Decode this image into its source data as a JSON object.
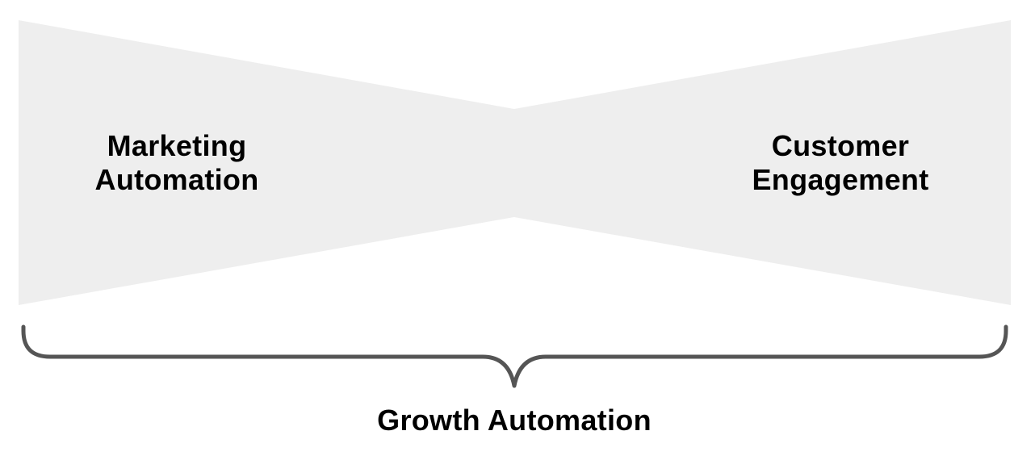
{
  "diagram": {
    "left_section": {
      "line1": "Marketing",
      "line2": "Automation"
    },
    "right_section": {
      "line1": "Customer",
      "line2": "Engagement"
    },
    "combined_label": "Growth Automation",
    "colors": {
      "shape_fill": "#eeeeee",
      "brace_stroke": "#555555",
      "text": "#000000",
      "background": "#ffffff"
    }
  }
}
